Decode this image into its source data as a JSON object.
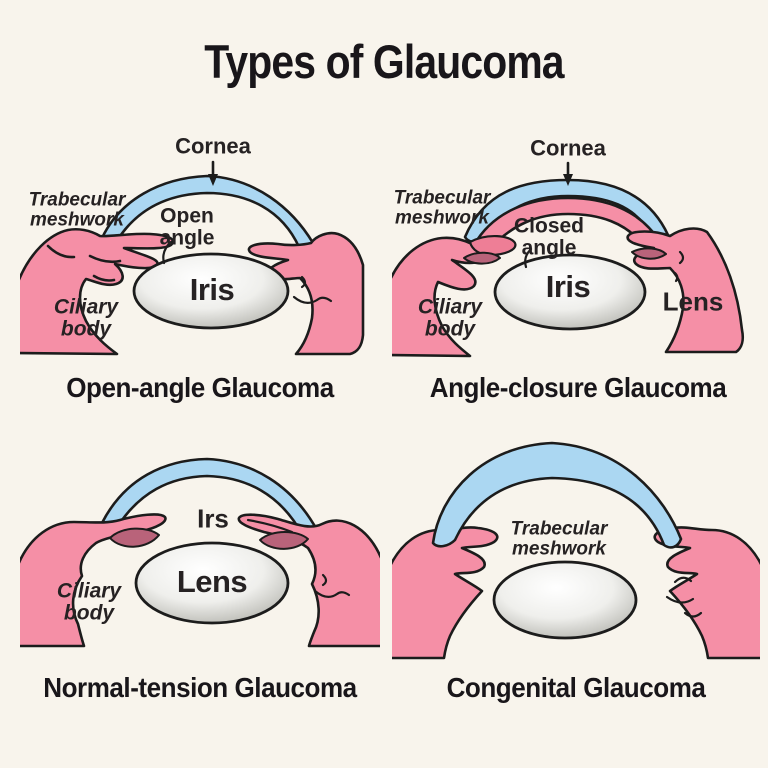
{
  "title": "Types of Glaucoma",
  "colors": {
    "background": "#F8F4EC",
    "ciliary_pink": "#F58FA6",
    "iris_fold_pink": "#EE7E96",
    "angle_shadow_mauve": "#B9637A",
    "cornea_blue": "#ABD7F2",
    "outline_black": "#1C1C1C",
    "lens_gray": "#ACACA5"
  },
  "panels": [
    {
      "caption": "Open-angle Glaucoma",
      "labels": {
        "cornea": "Cornea",
        "trabecular": "Trabecular\nmeshwork",
        "angle": "Open\nangle",
        "iris": "Iris",
        "ciliary": "Ciliary\nbody"
      }
    },
    {
      "caption": "Angle-closure Glaucoma",
      "labels": {
        "cornea": "Cornea",
        "trabecular": "Trabecular\nmeshwork",
        "angle": "Closed\nangle",
        "iris": "Iris",
        "ciliary": "Ciliary\nbody",
        "lens": "Lens"
      }
    },
    {
      "caption": "Normal-tension Glaucoma",
      "labels": {
        "iris": "Irs",
        "lens": "Lens",
        "ciliary": "Ciliary\nbody"
      }
    },
    {
      "caption": "Congenital Glaucoma",
      "labels": {
        "trabecular": "Trabecular\nmeshwork"
      }
    }
  ]
}
